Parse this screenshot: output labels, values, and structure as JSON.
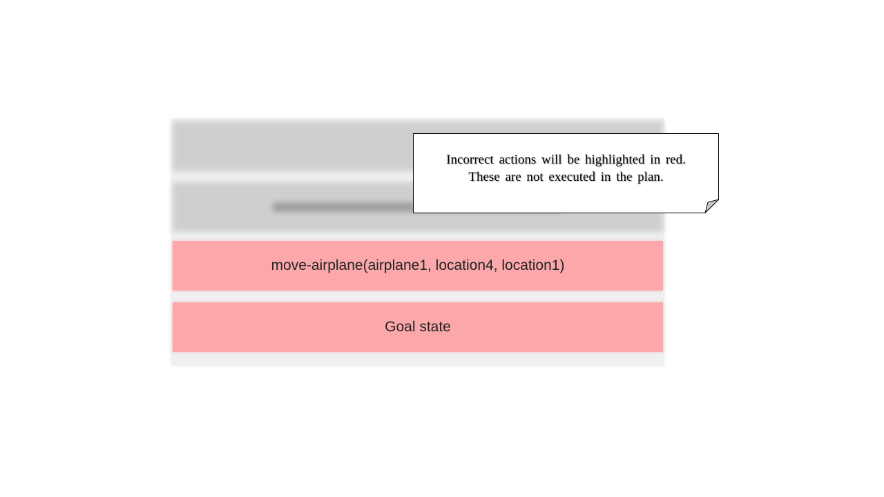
{
  "heading": {
    "label": ""
  },
  "plan": {
    "steps": [
      {
        "label": "",
        "state": "executed"
      },
      {
        "label": "",
        "state": "executed"
      },
      {
        "label": "move-airplane(airplane1, location4, location1)",
        "state": "incorrect"
      },
      {
        "label": "Goal state",
        "state": "incorrect"
      }
    ]
  },
  "callout": {
    "line1": "Incorrect  actions  will be highlighted  in red.",
    "line2": "These  are  not executed  in the plan."
  },
  "colors": {
    "incorrect_highlight": "#fca8aa",
    "executed_step": "#cfcfcf",
    "panel_background": "#f0f0f2"
  }
}
